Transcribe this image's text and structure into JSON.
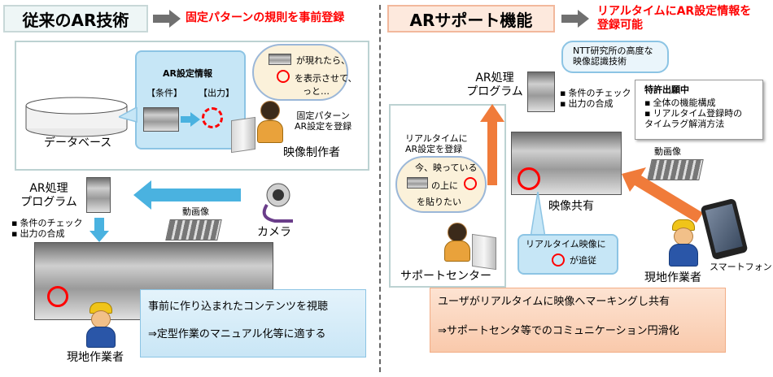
{
  "left": {
    "title": "従来のAR技術",
    "subtitle": "固定パターンの規則を事前登録",
    "database_label": "データベース",
    "ar_info": {
      "title": "AR設定情報",
      "condition": "【条件】",
      "output": "【出力】"
    },
    "cloud_text": {
      "line1": "が現れたら、",
      "line2": "を表示させて、",
      "line3": "っと…"
    },
    "fixed_pattern": "固定パターン\nAR設定を登録",
    "producer_label": "映像制作者",
    "ar_program": "AR処理\nプログラム",
    "functions": [
      "条件のチェック",
      "出力の合成"
    ],
    "video_label": "動画像",
    "camera_label": "カメラ",
    "note": {
      "line1": "事前に作り込まれたコンテンツを視聴",
      "line2": "⇒定型作業のマニュアル化等に適する"
    },
    "worker_label": "現地作業者"
  },
  "right": {
    "title": "ARサポート機能",
    "subtitle": "リアルタイムにAR設定情報を\n登録可能",
    "ntt_bubble": "NTT研究所の高度な\n映像認識技術",
    "ar_program": "AR処理\nプログラム",
    "functions": [
      "条件のチェック",
      "出力の合成"
    ],
    "patent": {
      "title": "特許出願中",
      "items": [
        "全体の機能構成",
        "リアルタイム登録時の\nタイムラグ解消方法"
      ]
    },
    "realtime_register": "リアルタイムに\nAR設定を登録",
    "cloud_text": {
      "line1": "今、映っている",
      "line2": "の上に",
      "line3": "を貼りたい"
    },
    "video_label": "動画像",
    "video_share": "映像共有",
    "tracking_bubble": {
      "line1": "リアルタイム映像に",
      "line2": "が追従"
    },
    "support_center": "サポートセンター",
    "smartphone": "スマートフォン",
    "worker_label": "現地作業者",
    "note": {
      "line1": "ユーザがリアルタイムに映像へマーキングし共有",
      "line2": "⇒サポートセンタ等でのコミュニケーション円滑化"
    }
  },
  "colors": {
    "red": "#ff0000",
    "blue_arrow": "#4ab2e0",
    "orange_arrow": "#f07b3a",
    "divider": "#666666"
  }
}
